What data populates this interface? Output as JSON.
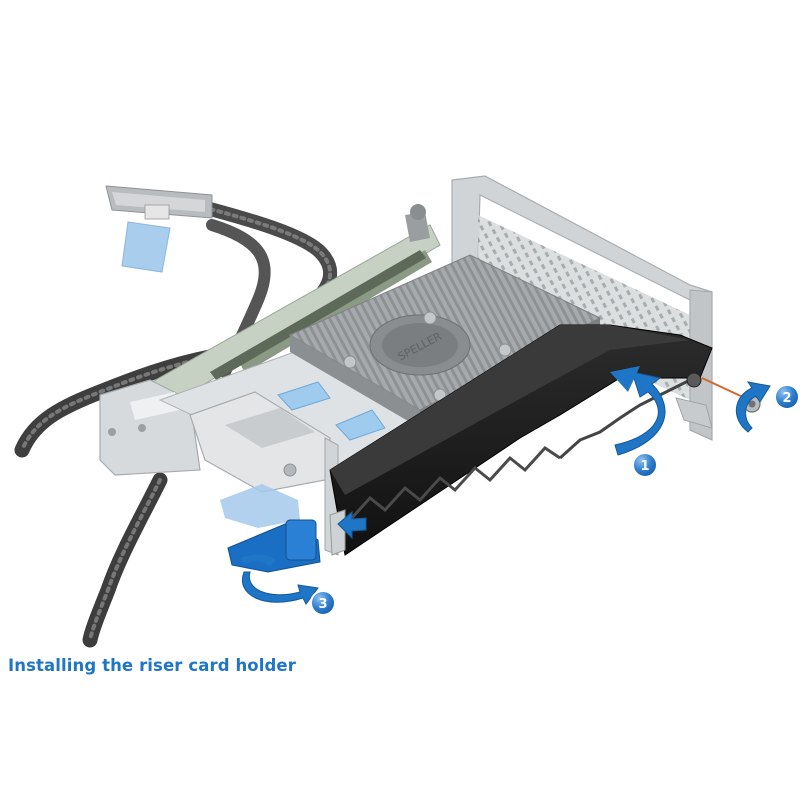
{
  "figure": {
    "caption": "Installing the riser card holder",
    "heatsink_label": "SPELLER",
    "steps": [
      {
        "number": "1",
        "action": "lift-holder-into-slot"
      },
      {
        "number": "2",
        "action": "tighten-screw"
      },
      {
        "number": "3",
        "action": "rotate-latch"
      }
    ]
  },
  "colors": {
    "caption": "#1f75c6",
    "arrow": "#1f75c6",
    "latch": "#1a6fc4",
    "holder": "#1e1e1e",
    "bracket": "#cfd3d6",
    "cable": "#3a3a3a"
  }
}
